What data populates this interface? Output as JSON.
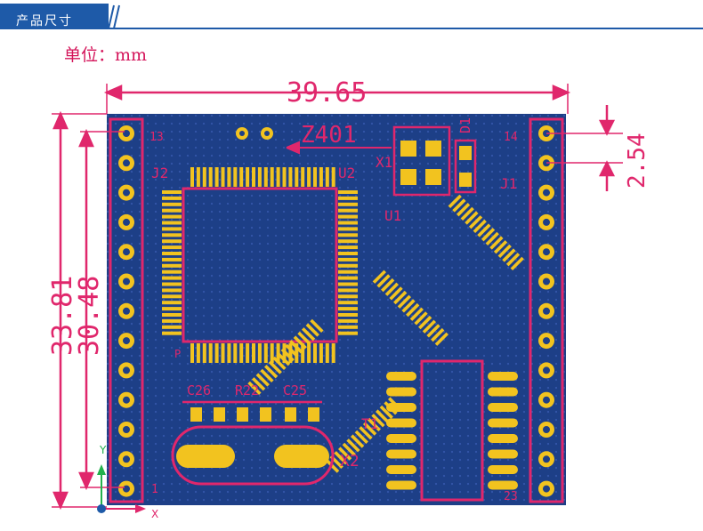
{
  "header": {
    "title": "产品尺寸"
  },
  "unit_label": "单位：mm",
  "dimensions": {
    "width": "39.65",
    "height_outer": "33.81",
    "height_inner": "30.48",
    "pitch": "2.54"
  },
  "silkscreen": {
    "j2": "J2",
    "j1": "J1",
    "u2": "U2",
    "u1": "U1",
    "x1": "X1",
    "x2": "X2",
    "d1": "D1",
    "t1": "T1",
    "z401": "Z401",
    "c26": "C26",
    "r22": "R22",
    "c25": "C25",
    "pin13": "13",
    "pin14": "14",
    "pin1": "1",
    "pin23": "23",
    "p": "P"
  },
  "colors": {
    "board": "#1d3f87",
    "pad": "#f2c31f",
    "dimension": "#e0276c",
    "header_blue": "#1e5aa8"
  }
}
